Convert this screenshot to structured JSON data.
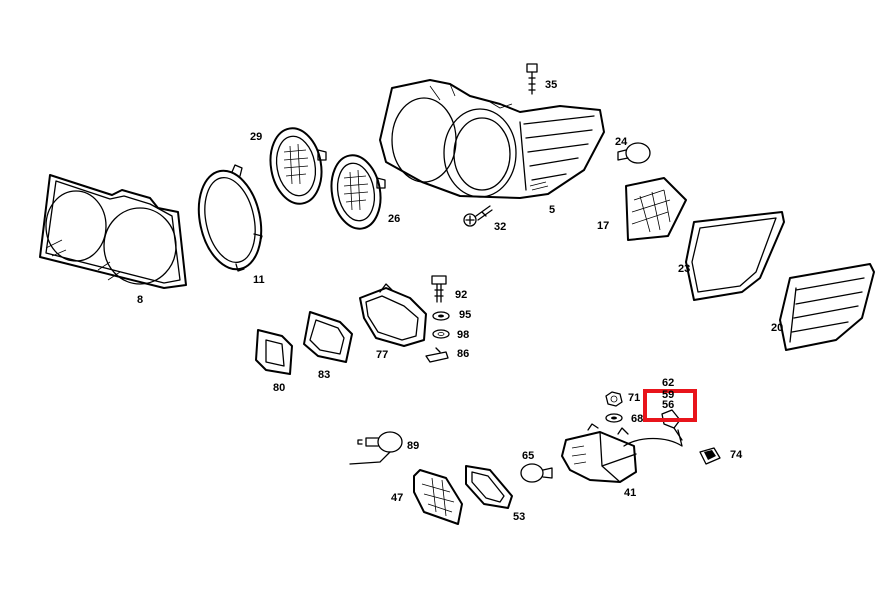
{
  "diagram": {
    "highlight_color": "#e8141b",
    "highlighted_part": "56",
    "parts": [
      {
        "id": "p35",
        "label": "35",
        "icon": "screw-icon"
      },
      {
        "id": "p29",
        "label": "29",
        "icon": "sealed-beam-lamp-icon"
      },
      {
        "id": "p24",
        "label": "24",
        "icon": "bulb-icon"
      },
      {
        "id": "p5",
        "label": "5",
        "icon": "headlamp-housing-icon"
      },
      {
        "id": "p26",
        "label": "26",
        "icon": "sealed-beam-lamp-icon"
      },
      {
        "id": "p32",
        "label": "32",
        "icon": "screw-icon"
      },
      {
        "id": "p17",
        "label": "17",
        "icon": "lens-icon"
      },
      {
        "id": "p8",
        "label": "8",
        "icon": "bezel-frame-icon"
      },
      {
        "id": "p11",
        "label": "11",
        "icon": "retaining-ring-icon"
      },
      {
        "id": "p23",
        "label": "23",
        "icon": "gasket-icon"
      },
      {
        "id": "p92",
        "label": "92",
        "icon": "bolt-icon"
      },
      {
        "id": "p95",
        "label": "95",
        "icon": "washer-icon"
      },
      {
        "id": "p98",
        "label": "98",
        "icon": "washer-icon"
      },
      {
        "id": "p86",
        "label": "86",
        "icon": "clip-icon"
      },
      {
        "id": "p77",
        "label": "77",
        "icon": "fog-lamp-icon"
      },
      {
        "id": "p20",
        "label": "20",
        "icon": "indicator-lens-icon"
      },
      {
        "id": "p80",
        "label": "80",
        "icon": "lens-icon"
      },
      {
        "id": "p83",
        "label": "83",
        "icon": "gasket-icon"
      },
      {
        "id": "p62",
        "label": "62",
        "icon": "socket-icon"
      },
      {
        "id": "p59",
        "label": "59",
        "icon": "socket-icon"
      },
      {
        "id": "p56",
        "label": "56",
        "icon": "socket-icon"
      },
      {
        "id": "p71",
        "label": "71",
        "icon": "nut-icon"
      },
      {
        "id": "p68",
        "label": "68",
        "icon": "washer-icon"
      },
      {
        "id": "p89",
        "label": "89",
        "icon": "bulb-icon"
      },
      {
        "id": "p74",
        "label": "74",
        "icon": "clip-icon"
      },
      {
        "id": "p65",
        "label": "65",
        "icon": "bulb-icon"
      },
      {
        "id": "p41",
        "label": "41",
        "icon": "lamp-housing-icon"
      },
      {
        "id": "p47",
        "label": "47",
        "icon": "lens-icon"
      },
      {
        "id": "p53",
        "label": "53",
        "icon": "gasket-icon"
      }
    ]
  }
}
